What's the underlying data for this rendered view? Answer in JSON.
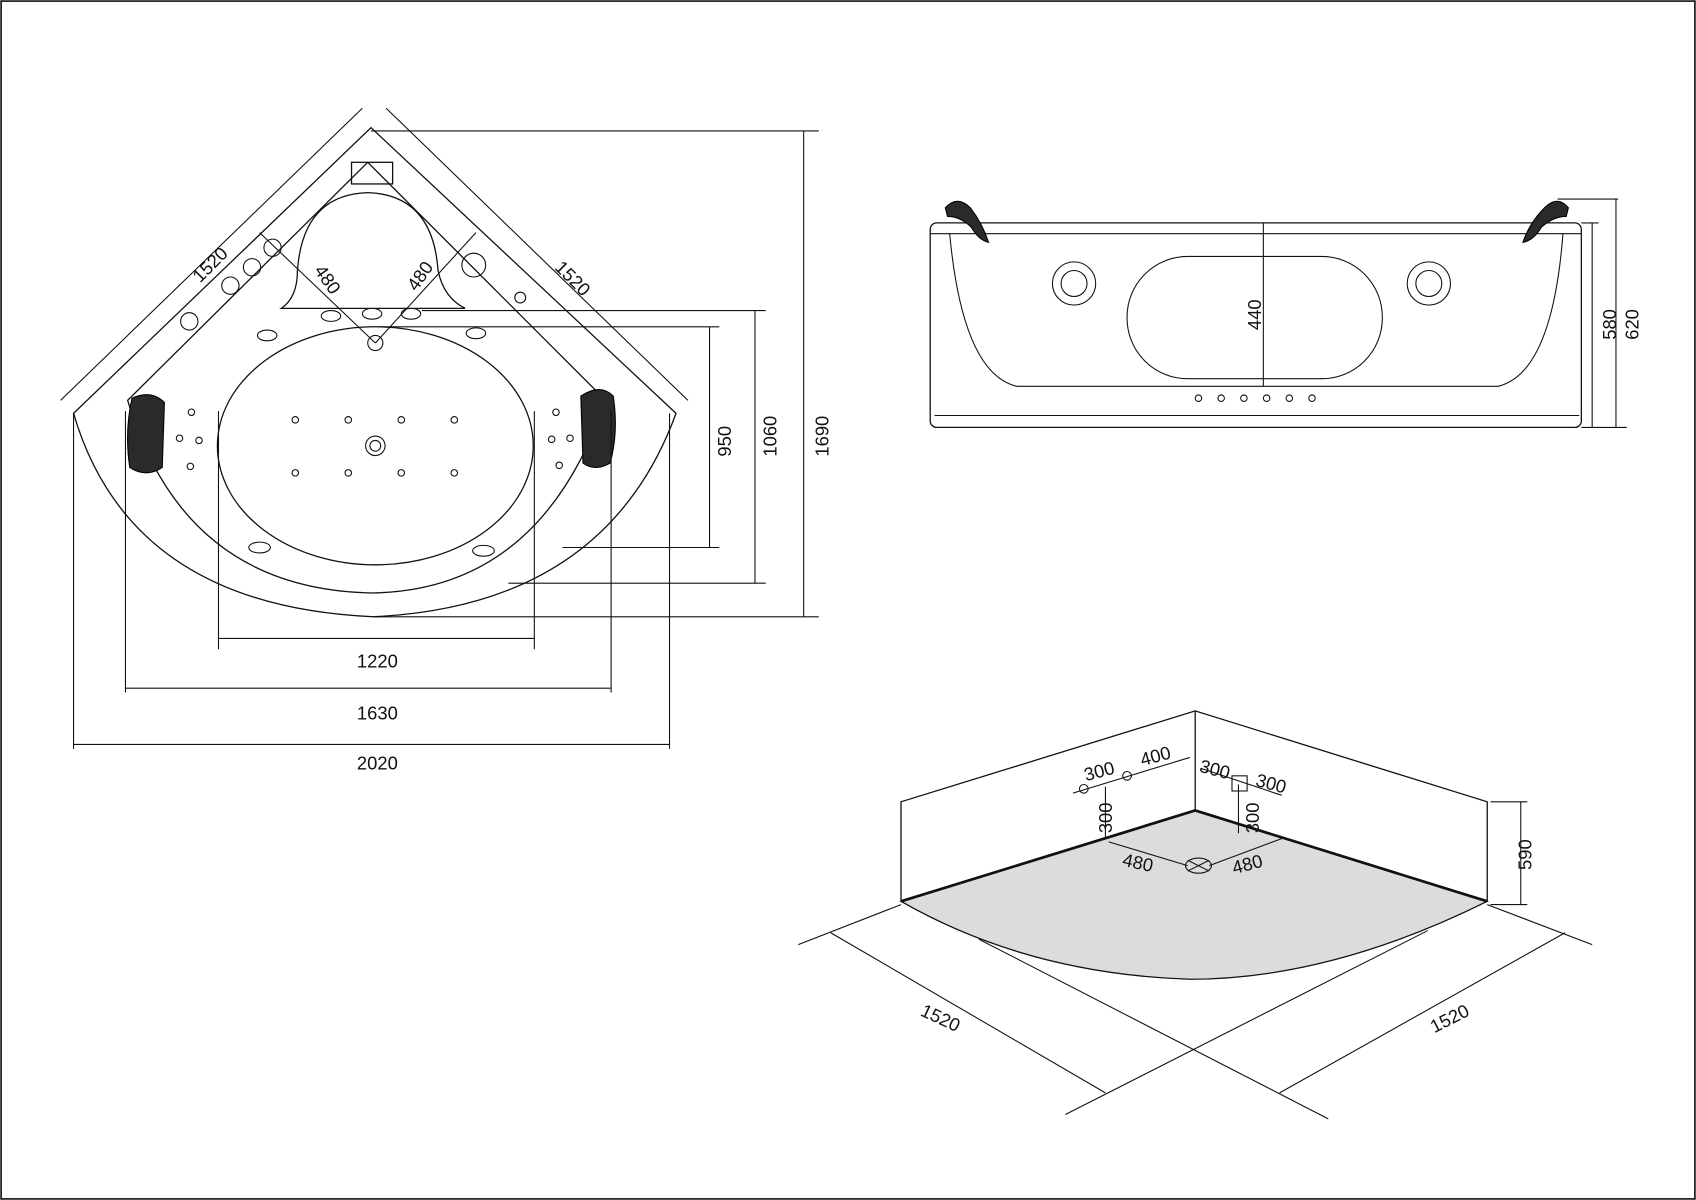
{
  "top_view": {
    "side_left": "1520",
    "side_right": "1520",
    "seat_left": "480",
    "seat_right": "480",
    "inner_depth": "950",
    "mid_depth": "1060",
    "total_depth": "1690",
    "inner_width": "1220",
    "mid_width": "1630",
    "total_width": "2020"
  },
  "side_view": {
    "inner_height": "440",
    "apron_height": "580",
    "total_height": "620"
  },
  "install_view": {
    "pipe_left_a": "300",
    "pipe_left_b": "400",
    "pipe_left_height": "300",
    "pipe_right_a": "300",
    "pipe_right_b": "300",
    "pipe_right_height": "300",
    "drain_left": "480",
    "drain_right": "480",
    "wall_height": "590",
    "floor_left": "1520",
    "floor_right": "1520"
  },
  "colors": {
    "line": "#111111",
    "floor": "#dcdcdc",
    "headrest": "#2a2a2a"
  }
}
